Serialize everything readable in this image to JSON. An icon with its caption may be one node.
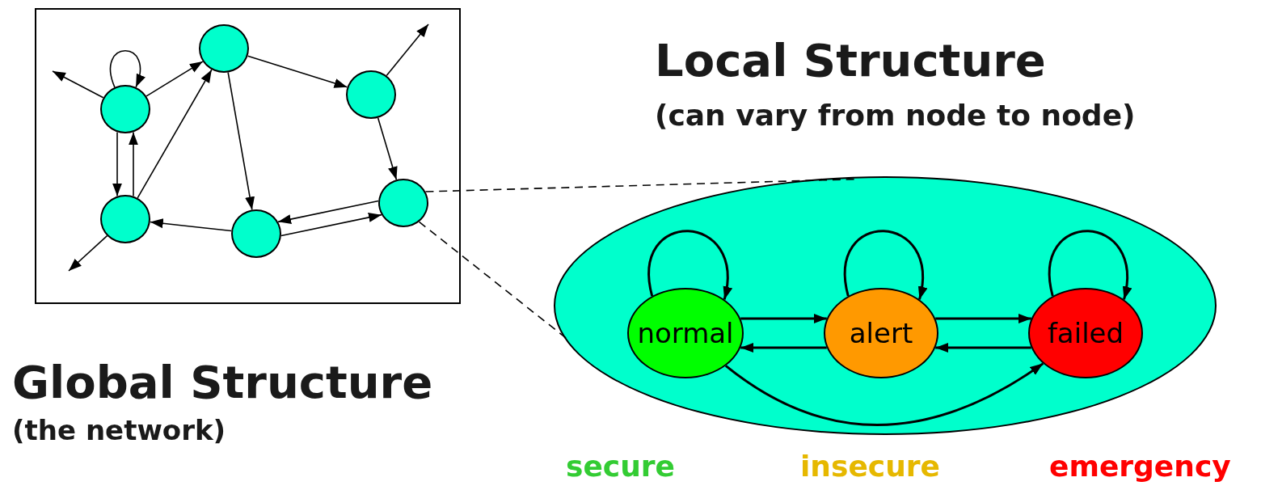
{
  "diagram": {
    "nodes": [
      {
        "text": [],
        "shape": "box"
      },
      {
        "text": [],
        "shape": "circle",
        "in": 0
      },
      {
        "text": [],
        "shape": "circle",
        "in": 0
      },
      {
        "text": [],
        "shape": "circle",
        "in": 0
      },
      {
        "text": [],
        "shape": "circle",
        "in": 0
      },
      {
        "text": [],
        "shape": "circle",
        "in": 0
      },
      {
        "text": [],
        "shape": "circle",
        "in": 0
      },
      {
        "text": [],
        "shape": "ellipse"
      },
      {
        "text": [
          "normal"
        ],
        "in": 7
      },
      {
        "text": [
          "alert"
        ],
        "in": 7
      },
      {
        "text": [
          "failed"
        ],
        "in": 7
      }
    ],
    "edges": [
      {
        "from": 1,
        "to": null,
        "arrow": "to"
      },
      {
        "from": 1,
        "to": 1,
        "arrow": "to"
      },
      {
        "from": 1,
        "to": 2,
        "arrow": "to"
      },
      {
        "from": 4,
        "to": 2,
        "arrow": "to"
      },
      {
        "from": 1,
        "to": 4,
        "arrow": "to"
      },
      {
        "from": 4,
        "to": 1,
        "arrow": "to"
      },
      {
        "from": 2,
        "to": 3,
        "arrow": "to"
      },
      {
        "from": 2,
        "to": 5,
        "arrow": "to"
      },
      {
        "from": 3,
        "to": null,
        "arrow": "to"
      },
      {
        "from": 3,
        "to": 6,
        "arrow": "to"
      },
      {
        "from": 6,
        "to": 5,
        "arrow": "to"
      },
      {
        "from": 5,
        "to": 6,
        "arrow": "to"
      },
      {
        "from": 5,
        "to": 4,
        "arrow": "to"
      },
      {
        "from": 4,
        "to": null,
        "arrow": "to"
      },
      {
        "from": 6,
        "to": 7,
        "arrow": "none",
        "style": "dashed"
      },
      {
        "from": 6,
        "to": 7,
        "arrow": "none",
        "style": "dashed"
      },
      {
        "from": 8,
        "to": 8,
        "arrow": "to"
      },
      {
        "from": 9,
        "to": 9,
        "arrow": "to"
      },
      {
        "from": 10,
        "to": 10,
        "arrow": "to"
      },
      {
        "from": 8,
        "to": 9,
        "arrow": "to"
      },
      {
        "from": 9,
        "to": 8,
        "arrow": "to"
      },
      {
        "from": 9,
        "to": 10,
        "arrow": "to"
      },
      {
        "from": 10,
        "to": 9,
        "arrow": "to"
      },
      {
        "from": 8,
        "to": 10,
        "arrow": "to"
      }
    ],
    "labels": [
      "Local Structure",
      "(can vary from node to node)",
      "Global Structure",
      "(the network)",
      "secure",
      "insecure",
      "emergency"
    ]
  }
}
